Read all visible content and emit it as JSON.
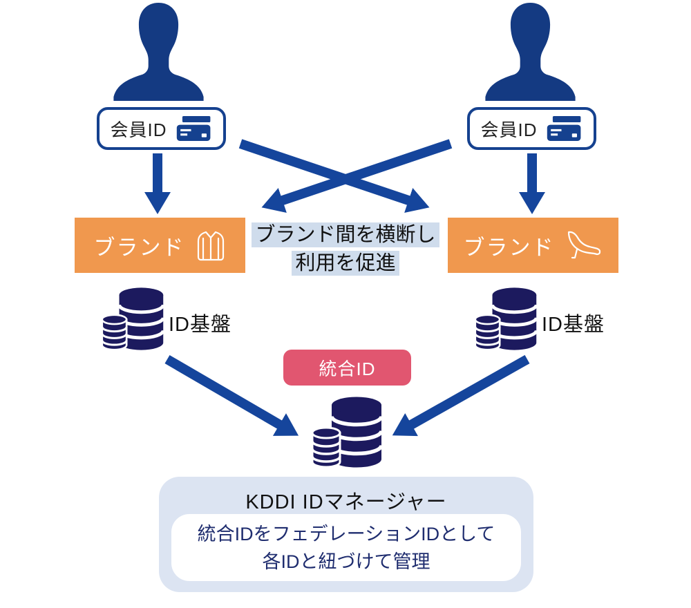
{
  "colors": {
    "person_blue": "#143a82",
    "arrow_blue": "#15459c",
    "badge_border_blue": "#15418f",
    "database_navy": "#1c1a5e",
    "brand_orange": "#F0984E",
    "unified_pink": "#E15670",
    "panel_light_blue": "#DCE4F2",
    "note_highlight": "#cfdcec",
    "manager_text_navy": "#1f2d6f"
  },
  "icons": {
    "person": "person-silhouette",
    "member_card": "credit-card",
    "brand_left": "shirt",
    "brand_right": "high-heel",
    "database": "database-cylinders"
  },
  "actors": [
    {
      "badge_label": "会員ID"
    },
    {
      "badge_label": "会員ID"
    }
  ],
  "brands": [
    {
      "label": "ブランド"
    },
    {
      "label": "ブランド"
    }
  ],
  "cross_note": {
    "line1": "ブランド間を横断し",
    "line2": "利用を促進"
  },
  "id_platforms": [
    {
      "label": "ID基盤"
    },
    {
      "label": "ID基盤"
    }
  ],
  "integrated_id": {
    "label": "統合ID"
  },
  "manager": {
    "title": "KDDI IDマネージャー",
    "description_line1": "統合IDをフェデレーションIDとして",
    "description_line2": "各IDと紐づけて管理"
  }
}
